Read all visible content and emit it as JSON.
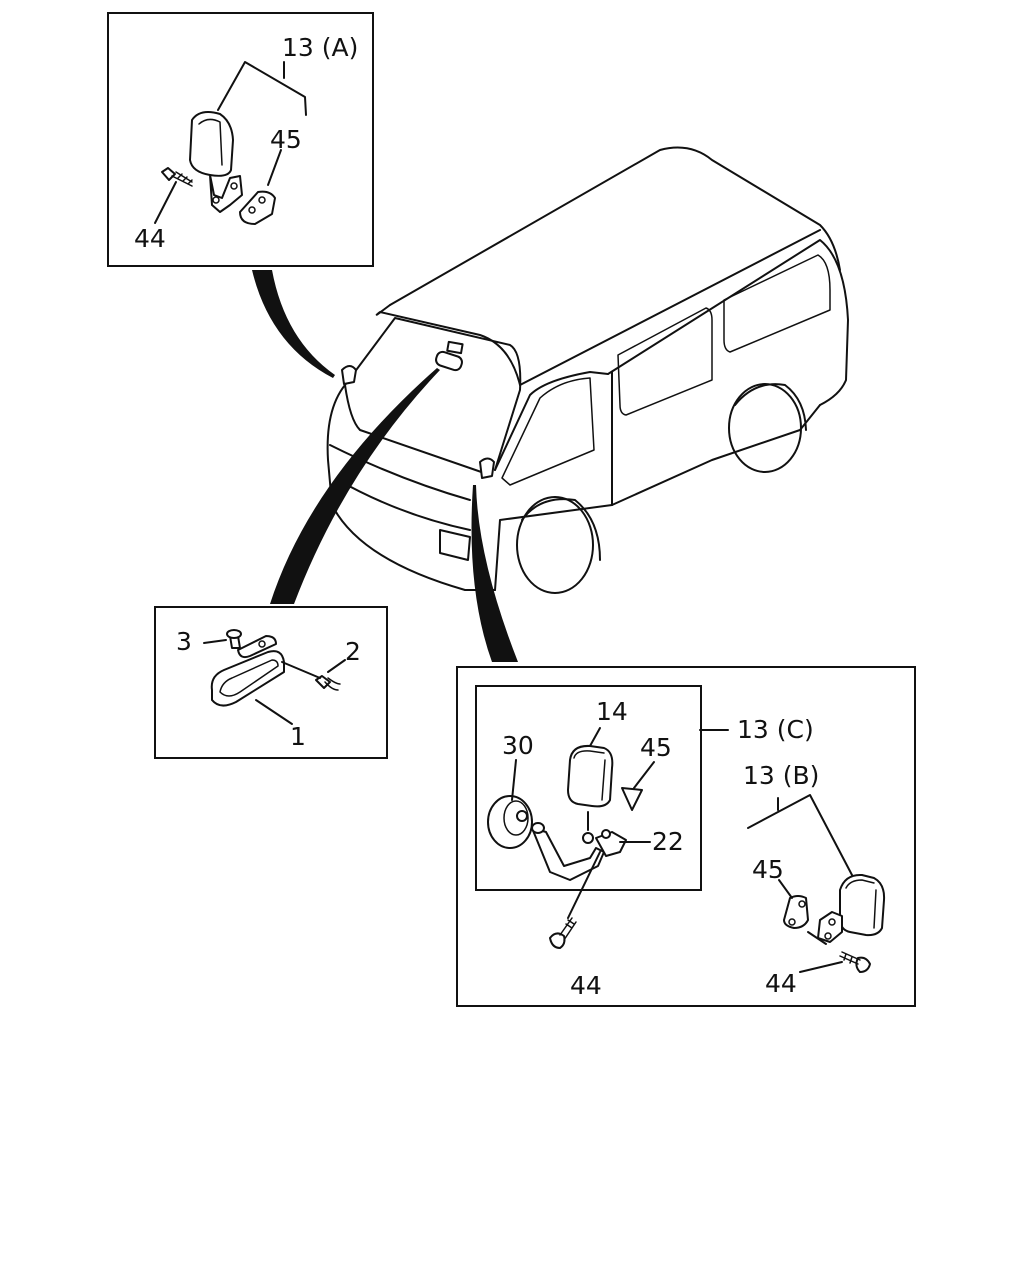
{
  "callouts": {
    "mirror_a": {
      "assembly": "13 (A)",
      "bracket": "45",
      "screw": "44"
    },
    "inner_mirror": {
      "mirror": "1",
      "screw": "2",
      "cover": "3"
    },
    "mirror_c": {
      "assembly": "13 (C)",
      "head": "14",
      "base": "30",
      "bracket": "45",
      "stay": "22",
      "screw": "44"
    },
    "mirror_b": {
      "assembly": "13 (B)",
      "bracket": "45",
      "screw": "44"
    }
  }
}
